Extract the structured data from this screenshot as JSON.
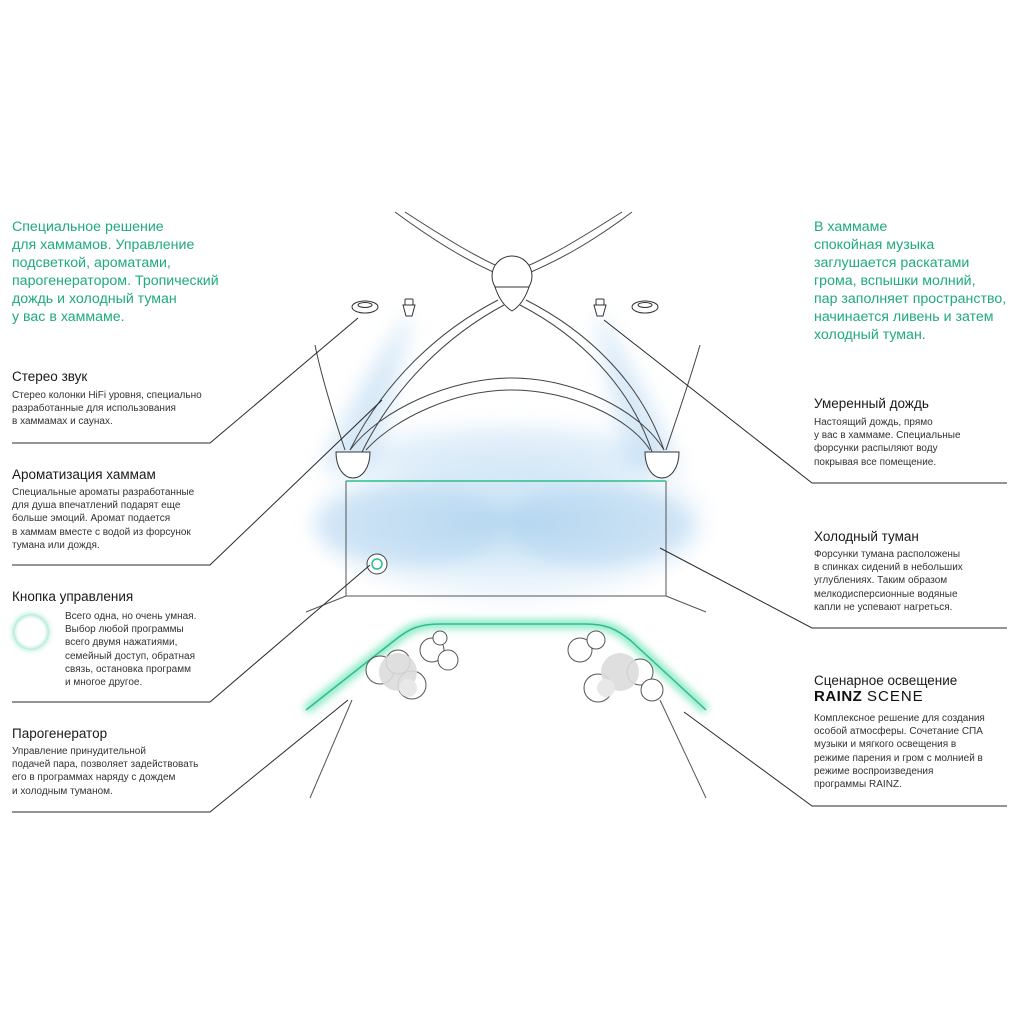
{
  "left_intro": "Специальное решение\nдля хаммамов. Управление\nподсветкой, ароматами,\nпарогенератором. Тропический\nдождь и холодный туман\nу вас в хаммаме.",
  "right_intro": "В хаммаме\nспокойная музыка\nзаглушается раскатами\nгрома, вспышки молний,\nпар заполняет пространство,\nначинается ливень и затем\nхолодный туман.",
  "features_left": [
    {
      "title": "Стерео звук",
      "text": "Стерео колонки HiFi уровня, специально\nразработанные для использования\nв хаммамах и саунах."
    },
    {
      "title": "Ароматизация хаммам",
      "text": "Специальные ароматы разработанные\nдля душа впечатлений подарят еще\nбольше эмоций. Аромат подается\nв хаммам вместе с водой из форсунок\nтумана или дождя."
    },
    {
      "title": "Кнопка управления",
      "text": "Всего одна, но очень умная.\nВыбор любой программы\nвсего двумя нажатиями,\nсемейный доступ, обратная\nсвязь, остановка программ\nи многое другое."
    },
    {
      "title": "Парогенератор",
      "text": "Управление принудительной\nподачей пара, позволяет задействовать\nего в программах наряду с дождем\nи холодным туманом."
    }
  ],
  "features_right": [
    {
      "title": "Умеренный дождь",
      "text": "Настоящий дождь, прямо\nу вас в хаммаме. Специальные\nфорсунки распыляют воду\nпокрывая все помещение."
    },
    {
      "title": "Холодный туман",
      "text": "Форсунки тумана расположены\nв спинках сидений в небольших\nуглублениях. Таким образом\nмелкодисперсионные водяные\nкапли не успевают нагреться."
    },
    {
      "title": "Сценарное освещение",
      "text": "Комплексное решение для создания\nособой атмосферы. Сочетание СПА\nмузыки и мягкого освещения в\nрежиме парения и гром с молнией в\nрежиме воспроизведения\nпрограммы RAINZ."
    }
  ],
  "brand": {
    "bold": "RAINZ",
    "light": "SCENE"
  },
  "colors": {
    "accent": "#1fab7a",
    "glow": "#5fe0b0",
    "mist": "#8ec4ea",
    "line": "#2a2a2a"
  }
}
